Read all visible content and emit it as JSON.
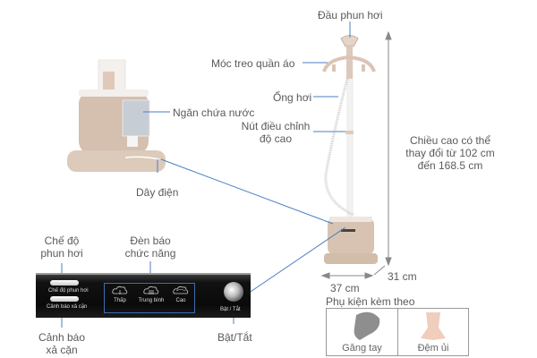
{
  "diagram": {
    "subject": "Garment steamer",
    "labels": {
      "nozzle": "Đầu phun hơi",
      "hanger": "Móc treo quần áo",
      "steam_hose": "Ống hơi",
      "height_knob_line1": "Nút điều chỉnh",
      "height_knob_line2": "độ cao",
      "water_tank": "Ngăn chứa nước",
      "power_cord": "Dây điện",
      "height_line1": "Chiều cao có thể",
      "height_line2": "thay đổi từ 102 cm",
      "height_line3": "đến 168.5 cm",
      "width_dim": "37 cm",
      "depth_dim": "31 cm"
    },
    "control_panel": {
      "steam_mode_line1": "Chế độ",
      "steam_mode_line2": "phun hơi",
      "indicator_line1": "Đèn báo",
      "indicator_line2": "chức năng",
      "descale_line1": "Cảnh báo",
      "descale_line2": "xả cặn",
      "power_label": "Bật/Tắt",
      "panel_text": {
        "steam_mode": "Chế độ phun hơi",
        "descale": "Cảnh báo xả cặn",
        "low": "Thấp",
        "medium": "Trung bình",
        "high": "Cao",
        "power": "Bật / Tắt"
      }
    },
    "accessories": {
      "title": "Phụ kiện kèm theo",
      "items": [
        {
          "name": "Găng tay",
          "icon": "glove-icon"
        },
        {
          "name": "Đệm ủi",
          "icon": "ironing-pad-icon"
        }
      ]
    },
    "colors": {
      "leader_line": "#4a7fc1",
      "body": "#d9c4b3",
      "panel": "#0d0d0d",
      "dimension": "#888888"
    }
  }
}
